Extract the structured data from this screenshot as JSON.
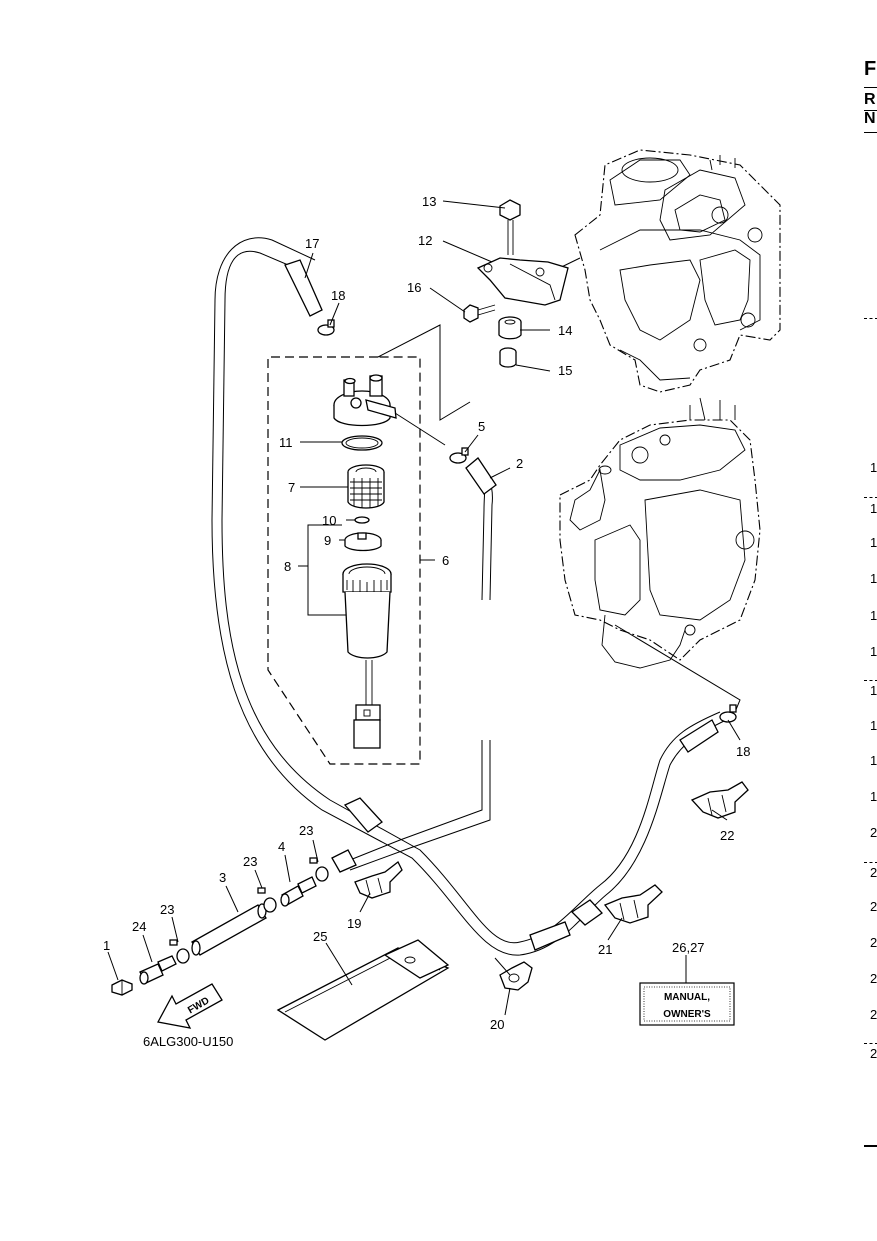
{
  "diagram": {
    "code": "6ALG300-U150",
    "fwd_label": "FWD",
    "manual_label_line1": "MANUAL,",
    "manual_label_line2": "OWNER'S",
    "manual_callout": "26,27",
    "callouts": {
      "c1": "1",
      "c2": "2",
      "c3": "3",
      "c4": "4",
      "c5": "5",
      "c6": "6",
      "c7": "7",
      "c8": "8",
      "c9": "9",
      "c10": "10",
      "c11": "11",
      "c12": "12",
      "c13": "13",
      "c14": "14",
      "c15": "15",
      "c16": "16",
      "c17": "17",
      "c18a": "18",
      "c18b": "18",
      "c19": "19",
      "c20": "20",
      "c21": "21",
      "c22": "22",
      "c23a": "23",
      "c23b": "23",
      "c23c": "23",
      "c24": "24",
      "c25": "25"
    }
  },
  "edge": {
    "header1": "F",
    "header2": "R",
    "header3": "N",
    "rows": [
      "1",
      "1",
      "1",
      "1",
      "1",
      "1",
      "1",
      "1",
      "1",
      "1",
      "2",
      "2",
      "2",
      "2",
      "2",
      "2",
      "2"
    ]
  }
}
